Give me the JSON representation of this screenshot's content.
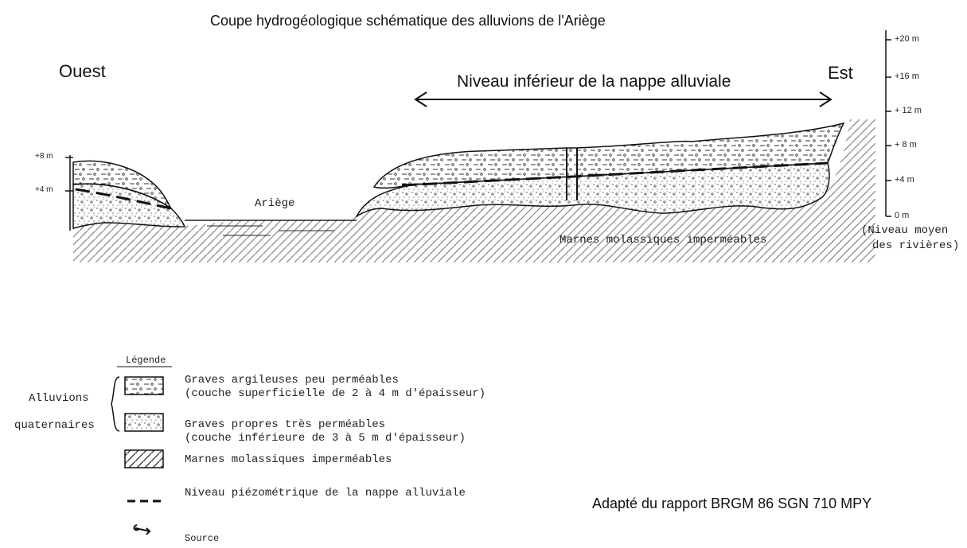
{
  "title": "Coupe hydrogéologique schématique des alluvions de l'Ariège",
  "west_label": "Ouest",
  "east_label": "Est",
  "aquifer_level_label": "Niveau inférieur de la nappe alluviale",
  "river_label": "Ariège",
  "bedrock_label": "Marnes molassiques imperméables",
  "left_scale": [
    "+8 m",
    "+4 m"
  ],
  "right_scale": {
    "ticks": [
      "+20 m",
      "+16 m",
      "+ 12 m",
      "+ 8 m",
      "+4 m",
      "0 m"
    ],
    "note_line1": "(Niveau moyen",
    "note_line2": "des rivières)"
  },
  "legend": {
    "heading": "Légende",
    "group_line1": "Alluvions",
    "group_line2": "quaternaires",
    "items": [
      {
        "line1": "Graves argileuses peu perméables",
        "line2": "(couche superficielle de 2 à 4 m d'épaisseur)"
      },
      {
        "line1": "Graves propres très perméables",
        "line2": "(couche inférieure de 3 à 5 m d'épaisseur)"
      },
      {
        "line1": "Marnes molassiques imperméables",
        "line2": ""
      },
      {
        "line1": "Niveau piézométrique de la nappe alluviale",
        "line2": ""
      },
      {
        "line1": "Source",
        "line2": ""
      }
    ]
  },
  "source_note": "Adapté du rapport BRGM 86 SGN 710 MPY"
}
